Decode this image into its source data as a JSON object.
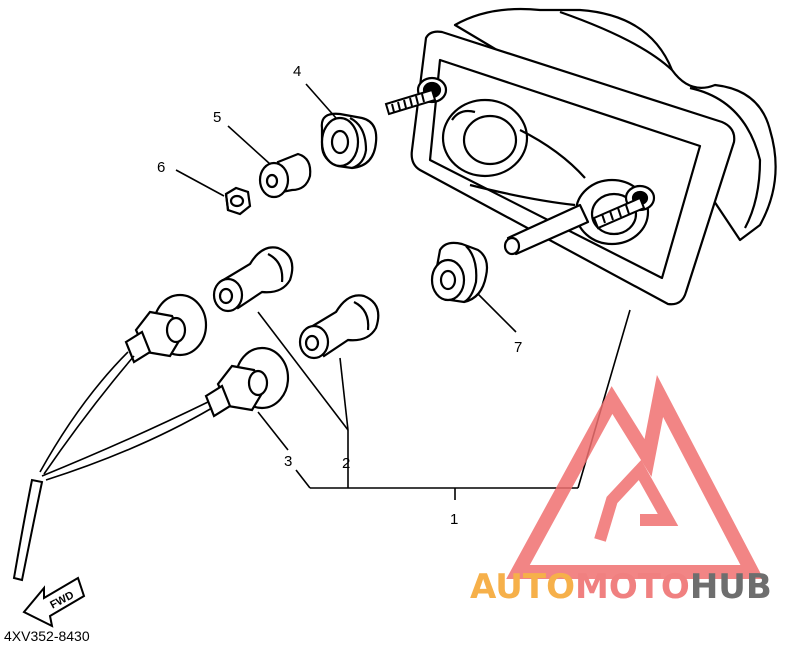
{
  "diagram": {
    "drawing_code": "4XV352-8430",
    "direction_label": "FWD",
    "callouts": [
      "1",
      "2",
      "3",
      "4",
      "5",
      "6",
      "7"
    ]
  },
  "watermark": {
    "part_a": "AUTO",
    "part_b": "MOTO",
    "part_c": "HUB",
    "colors": {
      "auto": "#f6b04a",
      "moto": "#f08080",
      "hub": "#6e6e6e",
      "logo": "#f07070"
    }
  }
}
